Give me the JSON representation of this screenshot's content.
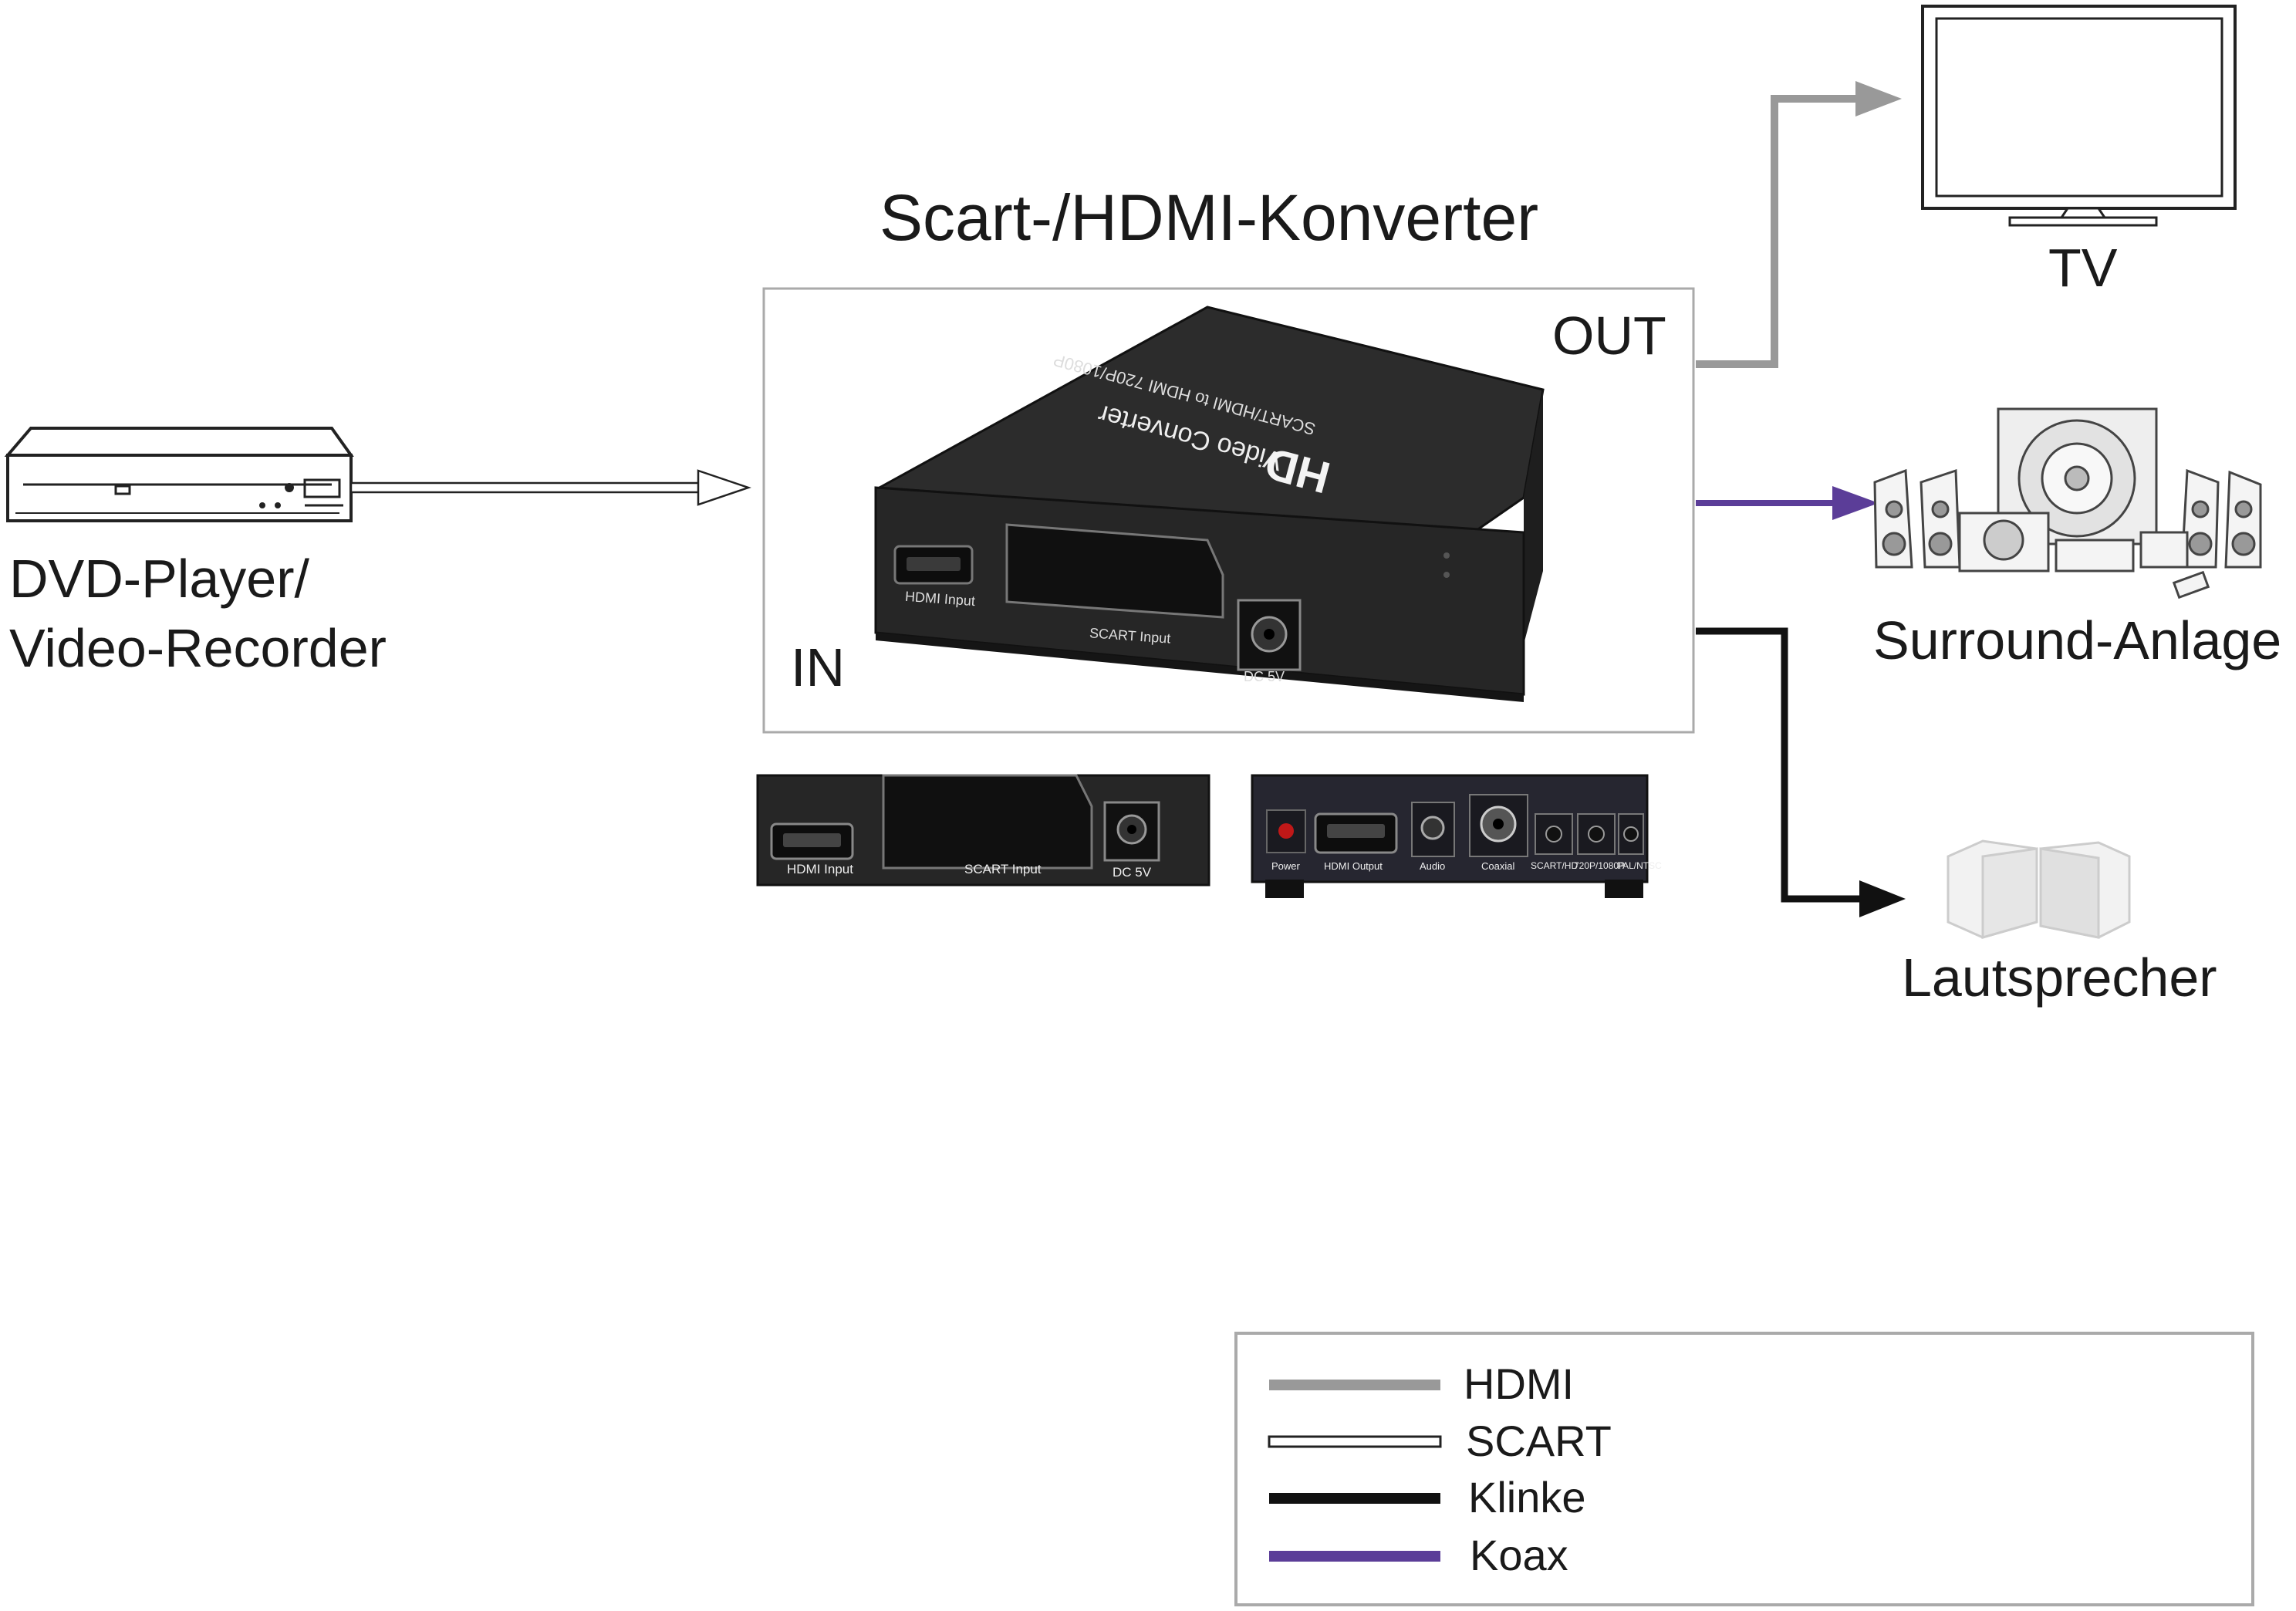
{
  "title": "Scart-/HDMI-Konverter",
  "devices": {
    "dvd": {
      "line1": "DVD-Player/",
      "line2": "Video-Recorder",
      "icon": "dvd-player-icon"
    },
    "tv": {
      "label": "TV",
      "icon": "tv-icon"
    },
    "surround": {
      "label": "Surround-Anlage",
      "icon": "surround-system-icon"
    },
    "speakers": {
      "label": "Lautsprecher",
      "icon": "speaker-cubes-icon"
    }
  },
  "converter": {
    "in_label": "IN",
    "out_label": "OUT",
    "top_text": "SCART/HDMI to HDMI 720P/1080P",
    "top_text2": "Video Converter",
    "logo": "HD",
    "front_ports": [
      "HDMI Input",
      "SCART Input",
      "DC 5V"
    ],
    "rear_ports": [
      "Power",
      "HDMI Output",
      "Audio",
      "Coaxial",
      "SCART/HD",
      "720P/1080P",
      "PAL/NTSC"
    ]
  },
  "legend": {
    "items": [
      {
        "label": "HDMI",
        "color": "#999999",
        "style": "solid"
      },
      {
        "label": "SCART",
        "color": "#ffffff",
        "style": "outline"
      },
      {
        "label": "Klinke",
        "color": "#111111",
        "style": "solid"
      },
      {
        "label": "Koax",
        "color": "#5b3d98",
        "style": "solid"
      }
    ]
  },
  "colors": {
    "hdmi": "#999999",
    "scart": "#ffffff",
    "klinke": "#111111",
    "koax": "#5b3d98"
  }
}
